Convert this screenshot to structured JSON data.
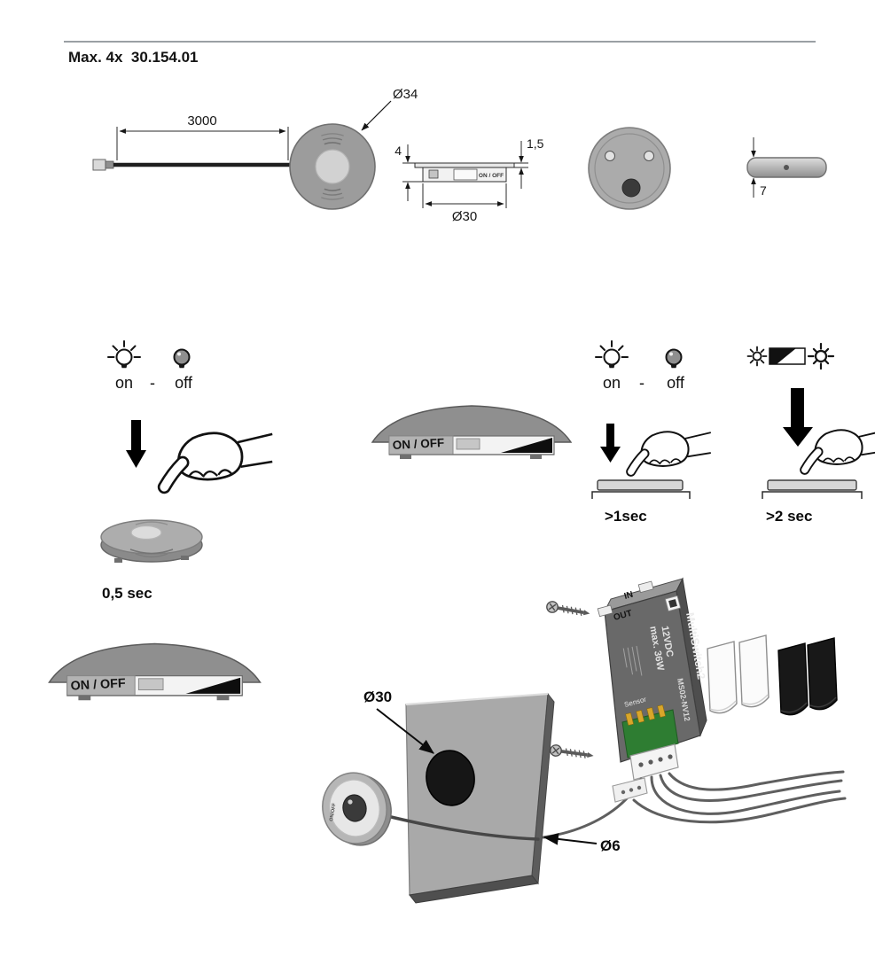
{
  "header": {
    "title": "Max. 4x  30.154.01"
  },
  "tech_drawing": {
    "cable_length": "3000",
    "outer_diameter": "Ø34",
    "total_height": "4",
    "rim_thickness": "1,5",
    "body_diameter": "Ø30",
    "mounting_depth": "7",
    "switch_label": "ON / OFF"
  },
  "usage": {
    "on_label": "on",
    "dash": "-",
    "off_label": "off",
    "tap_duration": "0,5 sec",
    "switch_label": "ON / OFF",
    "hold_duration": ">1sec",
    "dim_duration": ">2 sec"
  },
  "installation": {
    "cutout_diameter": "Ø30",
    "cable_hole_diameter": "Ø6",
    "sensor_marking": "ON/OFF",
    "controller": {
      "in_label": "IN",
      "out_label": "OUT",
      "brand": "MultiSwitch2",
      "voltage": "12VDC",
      "max_load": "max. 36W",
      "model": "MS02-NV12",
      "sensor_port_label": "Sensor"
    }
  }
}
